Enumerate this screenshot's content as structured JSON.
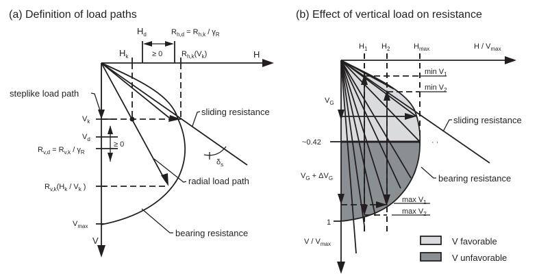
{
  "panel_a": {
    "title": "(a) Definition of load paths",
    "axis_h": "H",
    "axis_v": "V",
    "labels": {
      "H_d": "H",
      "H_d_sub": "d",
      "H_k": "H",
      "H_k_sub": "k",
      "geq0_top": "≥ 0",
      "R_hd_main": "R",
      "R_hd_sub": "h,d",
      "R_hd_eq": " = R",
      "R_hd_sub2": "h,k",
      "R_hd_div": " / γ",
      "R_hd_sub3": "R",
      "R_hk_main": "R",
      "R_hk_sub": "h,k",
      "R_hk_arg": "(V",
      "R_hk_arg_sub": "k",
      "R_hk_close": ")",
      "V_k": "V",
      "V_k_sub": "k",
      "V_d": "V",
      "V_d_sub": "d",
      "geq0_side": "≥ 0",
      "R_vd_main": "R",
      "R_vd_sub": "v,d",
      "R_vd_eq": " = R",
      "R_vd_sub2": "v,k",
      "R_vd_div": " / γ",
      "R_vd_sub3": "R",
      "R_vk_main": "R",
      "R_vk_sub": "v,k",
      "R_vk_arg": "(H",
      "R_vk_arg_sub": "k",
      "R_vk_mid": " / V",
      "R_vk_mid_sub": "k",
      "R_vk_close": " )",
      "V_max": "V",
      "V_max_sub": "max",
      "delta": "δ",
      "delta_sub": "s"
    },
    "annotations": {
      "steplike": "steplike load path",
      "sliding": "sliding resistance",
      "radial": "radial load path",
      "bearing": "bearing resistance"
    }
  },
  "panel_b": {
    "title": "(b) Effect of vertical load on resistance",
    "axis_h": "H / V",
    "axis_h_sub": "max",
    "axis_v": "V / V",
    "axis_v_sub": "max",
    "labels": {
      "H1": "H",
      "H1_sub": "1",
      "H2": "H",
      "H2_sub": "2",
      "Hmax": "H",
      "Hmax_sub": "max",
      "minV1": "min  V",
      "minV1_sub": "1",
      "minV2": "min  V",
      "minV2_sub": "2",
      "maxV1": "max  V",
      "maxV1_sub": "1",
      "maxV2": "max  V",
      "maxV2_sub": "2",
      "VG": "V",
      "VG_sub": "G",
      "VGdV": "V",
      "VGdV_sub": "G",
      "VGdV_plus": " + ΔV",
      "VGdV_sub2": "G",
      "tick_042": "~0.42",
      "tick_1": "1",
      "ellipsis": "· ·"
    },
    "annotations": {
      "sliding": "sliding resistance",
      "bearing": "bearing resistance"
    },
    "legend": [
      {
        "label": "V  favorable",
        "color": "#d9dbdf"
      },
      {
        "label": "V  unfavorable",
        "color": "#8a8f94"
      }
    ],
    "colors": {
      "favorable": "#d9dbdf",
      "unfavorable": "#8a8f94"
    }
  }
}
